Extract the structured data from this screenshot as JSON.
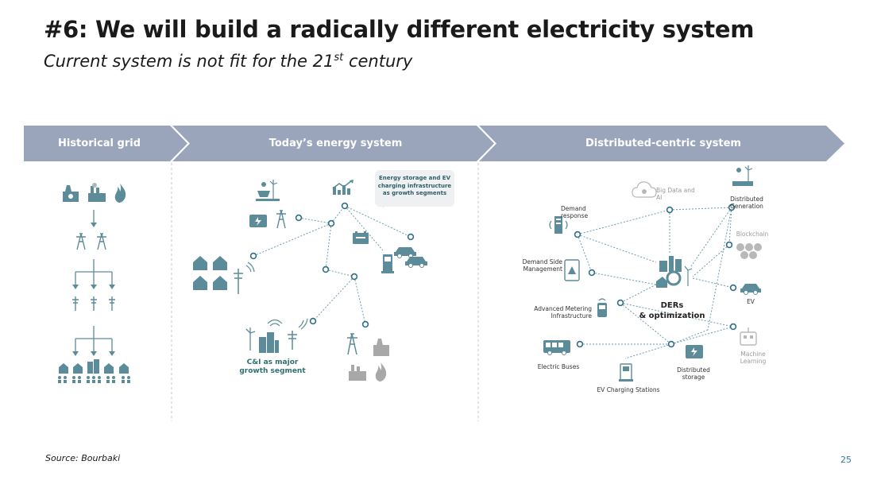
{
  "header": {
    "title": "#6: We will build a radically different electricity system",
    "subtitle_main": "Current system is not fit for the 21",
    "subtitle_sup": "st",
    "subtitle_end": " century"
  },
  "stages": [
    {
      "label": "Historical grid"
    },
    {
      "label": "Today’s energy system"
    },
    {
      "label": "Distributed-centric system"
    }
  ],
  "today": {
    "callout_lines": [
      "Energy storage and EV",
      "charging infrastructure",
      "as growth segments"
    ],
    "ci_lines": [
      "C&I as major",
      "growth segment"
    ]
  },
  "distributed": {
    "demand_response": [
      "Demand",
      "response"
    ],
    "big_data": [
      "Big Data and",
      "AI"
    ],
    "distributed_generation": [
      "Distributed",
      "Generation"
    ],
    "blockchain": "Blockchain",
    "demand_side": [
      "Demand Side",
      "Management"
    ],
    "ev": "EV",
    "ami": [
      "Advanced Metering",
      "Infrastructure"
    ],
    "ders": [
      "DERs",
      "& optimization"
    ],
    "machine_learning": [
      "Machine",
      "Learning"
    ],
    "electric_buses": "Electric Buses",
    "distributed_storage": [
      "Distributed",
      "storage"
    ],
    "ev_charging": "EV Charging Stations"
  },
  "footer": {
    "source": "Source: Bourbaki",
    "page": "25"
  },
  "colors": {
    "chevron": "#9aa5bb",
    "icon": "#5c8c99",
    "icon_grey": "#a8a8a8",
    "node": "#2f6f8a",
    "link": "#6e9bb0",
    "accent": "#2e7fa8"
  }
}
